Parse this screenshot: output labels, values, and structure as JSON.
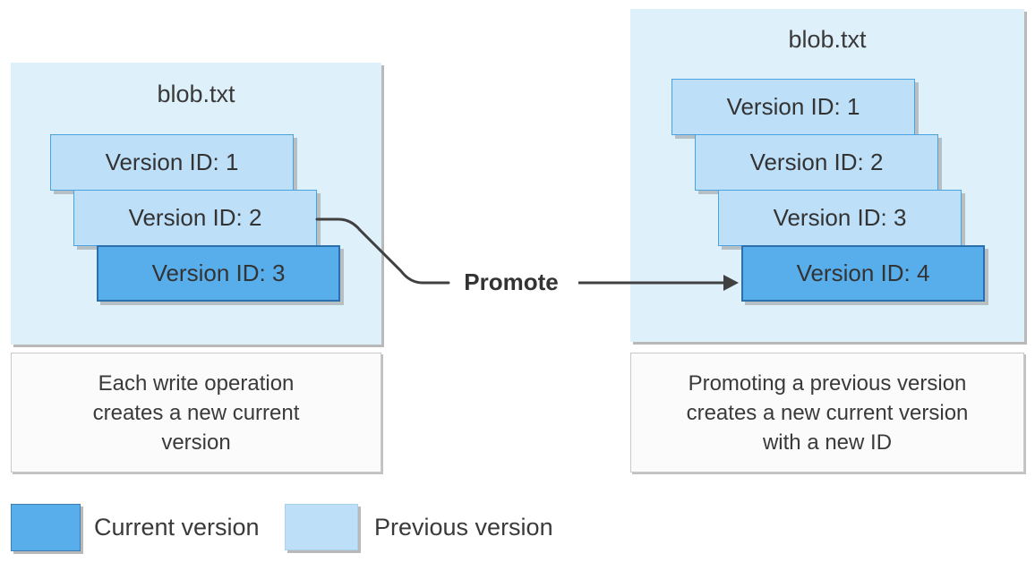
{
  "colors": {
    "current_fill": "#58aeea",
    "current_border": "#2b70ad",
    "previous_fill": "#bedff8",
    "previous_border": "#49a2e2",
    "panel_background": "#def0fa",
    "connector": "#404040"
  },
  "left_panel": {
    "title": "blob.txt",
    "versions": [
      {
        "label": "Version ID: 1",
        "state": "previous"
      },
      {
        "label": "Version ID: 2",
        "state": "previous"
      },
      {
        "label": "Version ID: 3",
        "state": "current"
      }
    ],
    "caption_lines": {
      "line1": "Each write operation",
      "line2": "creates a new current",
      "line3": "version"
    }
  },
  "right_panel": {
    "title": "blob.txt",
    "versions": [
      {
        "label": "Version ID: 1",
        "state": "previous"
      },
      {
        "label": "Version ID: 2",
        "state": "previous"
      },
      {
        "label": "Version ID: 3",
        "state": "previous"
      },
      {
        "label": "Version ID: 4",
        "state": "current"
      }
    ],
    "caption_lines": {
      "line1": "Promoting a previous version",
      "line2": "creates a new current version",
      "line3": "with a new ID"
    }
  },
  "promote": {
    "label": "Promote"
  },
  "legend": {
    "items": [
      {
        "label": "Current version",
        "state": "current"
      },
      {
        "label": "Previous version",
        "state": "previous"
      }
    ]
  }
}
